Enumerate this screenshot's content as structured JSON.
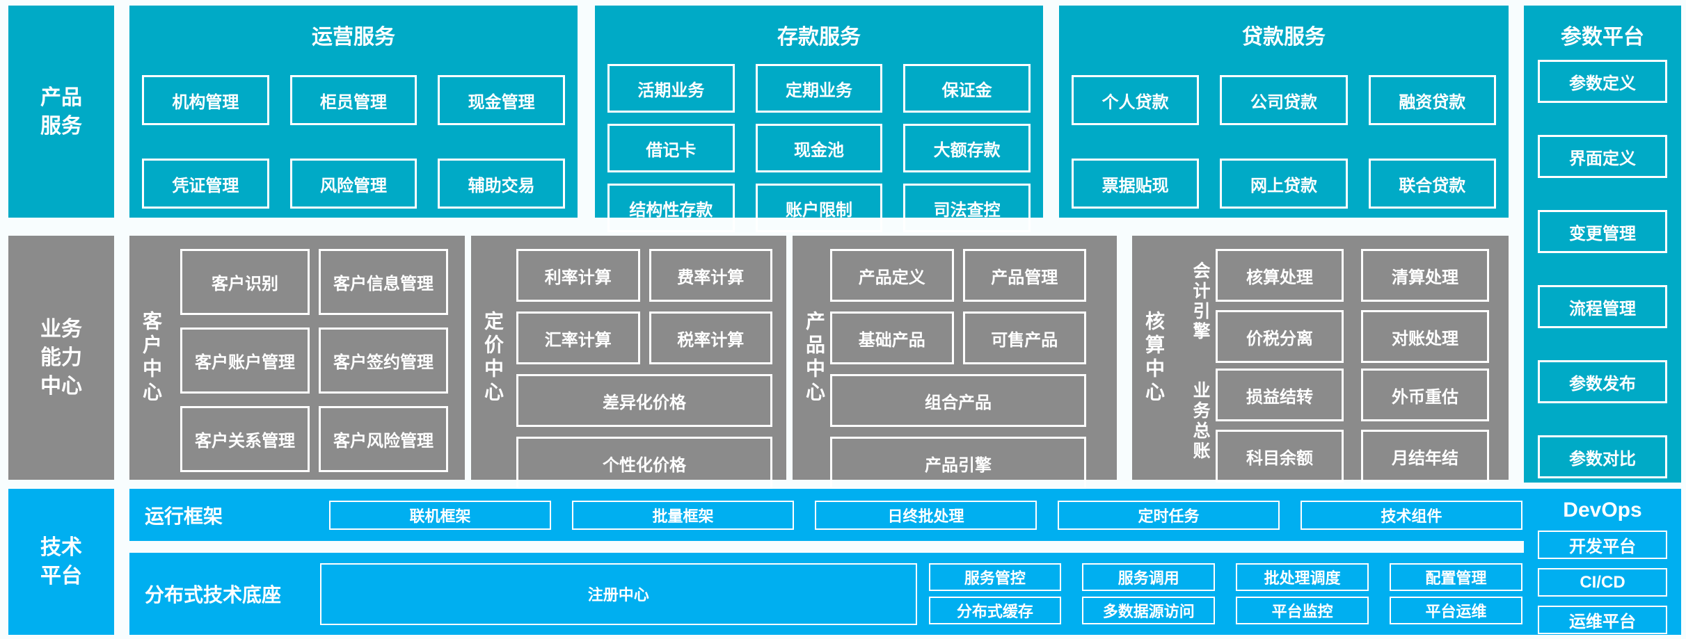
{
  "colors": {
    "teal": "#00aac6",
    "gray": "#8b8b8b",
    "blue": "#00aff0",
    "background": "#f8fdfe",
    "text": "#ffffff"
  },
  "sidebars": {
    "product": {
      "lines": [
        "产品",
        "服务"
      ]
    },
    "business": {
      "lines": [
        "业务",
        "能力",
        "中心"
      ]
    },
    "tech": {
      "lines": [
        "技术",
        "平台"
      ]
    }
  },
  "product_services": {
    "operations": {
      "title": "运营服务",
      "items": [
        "机构管理",
        "柜员管理",
        "现金管理",
        "凭证管理",
        "风险管理",
        "辅助交易"
      ]
    },
    "deposit": {
      "title": "存款服务",
      "items": [
        "活期业务",
        "定期业务",
        "保证金",
        "借记卡",
        "现金池",
        "大额存款",
        "结构性存款",
        "账户限制",
        "司法查控"
      ]
    },
    "loan": {
      "title": "贷款服务",
      "items": [
        "个人贷款",
        "公司贷款",
        "融资贷款",
        "票据贴现",
        "网上贷款",
        "联合贷款"
      ]
    }
  },
  "parameter_platform": {
    "title": "参数平台",
    "items": [
      "参数定义",
      "界面定义",
      "变更管理",
      "流程管理",
      "参数发布",
      "参数对比"
    ]
  },
  "business_center": {
    "customer": {
      "label": "客户中心",
      "items": [
        "客户识别",
        "客户信息管理",
        "客户账户管理",
        "客户签约管理",
        "客户关系管理",
        "客户风险管理"
      ]
    },
    "pricing": {
      "label": "定价中心",
      "items": [
        "利率计算",
        "费率计算",
        "汇率计算",
        "税率计算"
      ],
      "wide_items": [
        "差异化价格",
        "个性化价格"
      ]
    },
    "product": {
      "label": "产品中心",
      "items": [
        "产品定义",
        "产品管理",
        "基础产品",
        "可售产品"
      ],
      "wide_items": [
        "组合产品",
        "产品引擎"
      ]
    },
    "accounting": {
      "label": "核算中心",
      "groups": [
        {
          "label": "会计引擎",
          "items": [
            "核算处理",
            "清算处理",
            "价税分离",
            "对账处理"
          ]
        },
        {
          "label": "业务总账",
          "items": [
            "损益结转",
            "外币重估",
            "科目余额",
            "月结年结"
          ]
        }
      ]
    }
  },
  "tech_platform": {
    "runtime": {
      "label": "运行框架",
      "items": [
        "联机框架",
        "批量框架",
        "日终批处理",
        "定时任务",
        "技术组件"
      ]
    },
    "distributed": {
      "label": "分布式技术底座",
      "registry": "注册中心",
      "grid": [
        "服务管控",
        "服务调用",
        "批处理调度",
        "配置管理",
        "分布式缓存",
        "多数据源访问",
        "平台监控",
        "平台运维"
      ]
    },
    "devops": {
      "title": "DevOps",
      "items": [
        "开发平台",
        "CI/CD",
        "运维平台"
      ]
    }
  }
}
